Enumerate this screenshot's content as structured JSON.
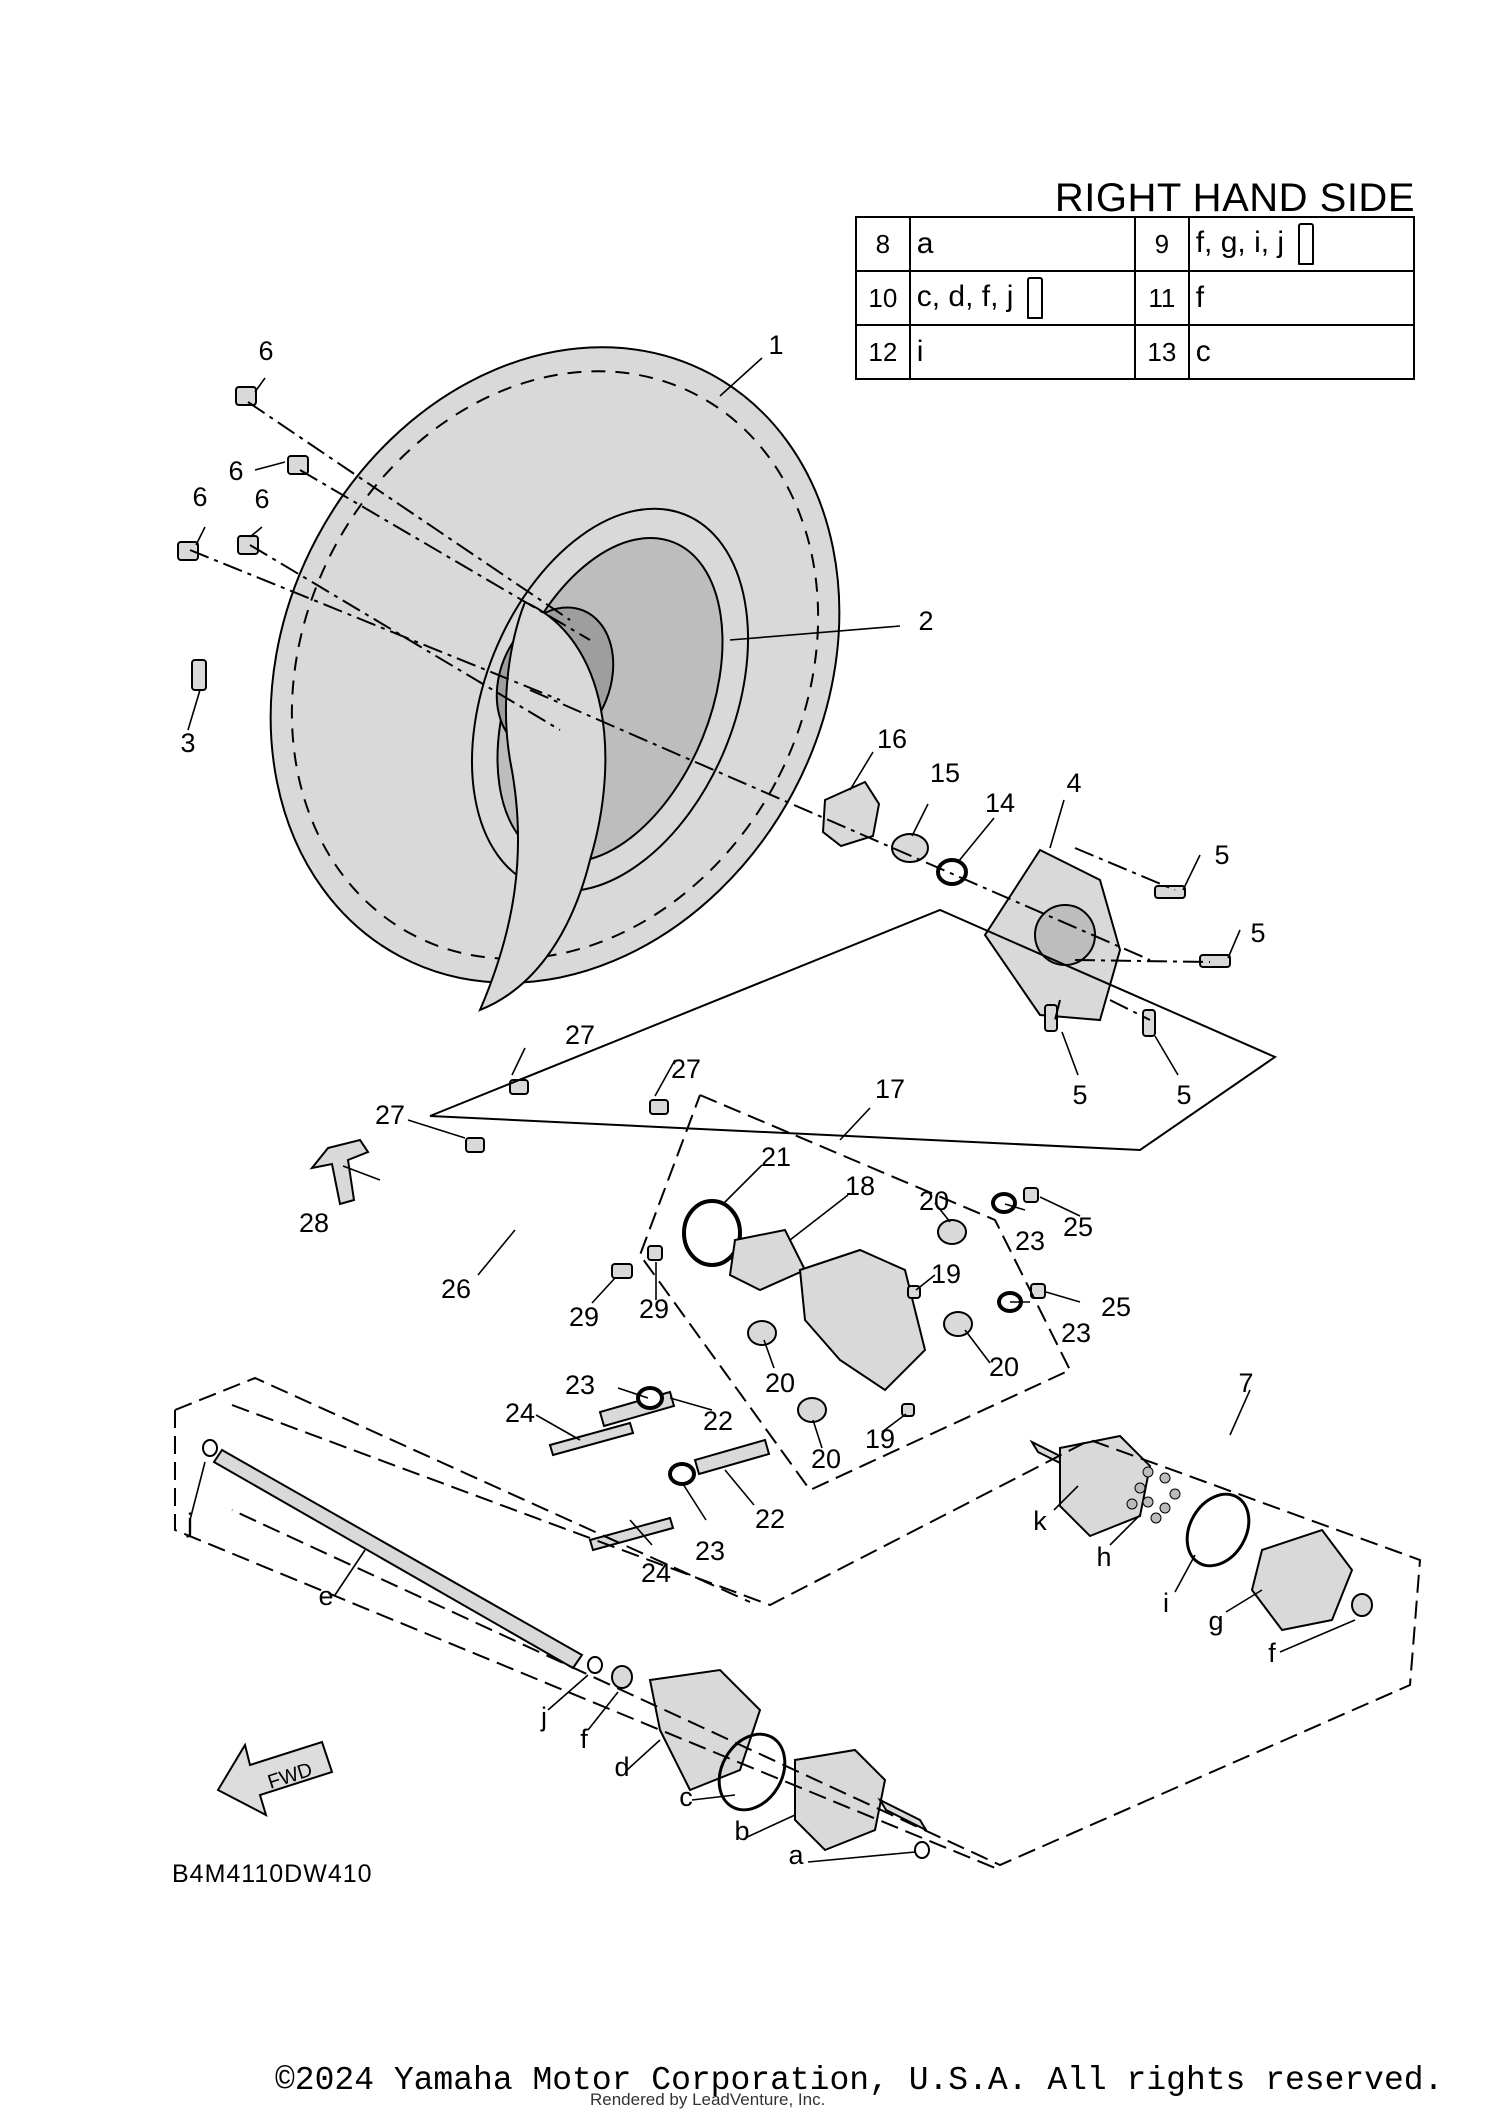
{
  "legend": {
    "title": "RIGHT HAND SIDE",
    "rows": [
      [
        {
          "num": "8",
          "val": "a",
          "tube": false
        },
        {
          "num": "9",
          "val": "f, g, i, j",
          "tube": true
        }
      ],
      [
        {
          "num": "10",
          "val": "c, d, f, j",
          "tube": true
        },
        {
          "num": "11",
          "val": "f",
          "tube": false
        }
      ],
      [
        {
          "num": "12",
          "val": "i",
          "tube": false
        },
        {
          "num": "13",
          "val": "c",
          "tube": false
        }
      ]
    ]
  },
  "callouts": {
    "n1": "1",
    "n2": "2",
    "n3": "3",
    "n4": "4",
    "n5": "5",
    "n6": "6",
    "n7": "7",
    "n14": "14",
    "n15": "15",
    "n16": "16",
    "n17": "17",
    "n18": "18",
    "n19": "19",
    "n20": "20",
    "n21": "21",
    "n22": "22",
    "n23": "23",
    "n24": "24",
    "n25": "25",
    "n26": "26",
    "n27": "27",
    "n28": "28",
    "n29": "29",
    "a": "a",
    "b": "b",
    "c": "c",
    "d": "d",
    "e": "e",
    "f": "f",
    "g": "g",
    "h": "h",
    "i": "i",
    "j": "j",
    "k": "k"
  },
  "fwd_label": "FWD",
  "diagram_code": "B4M4110DW410",
  "copyright": "©2024 Yamaha Motor Corporation, U.S.A. All rights reserved.",
  "rendered_by": "Rendered by LeadVenture, Inc."
}
